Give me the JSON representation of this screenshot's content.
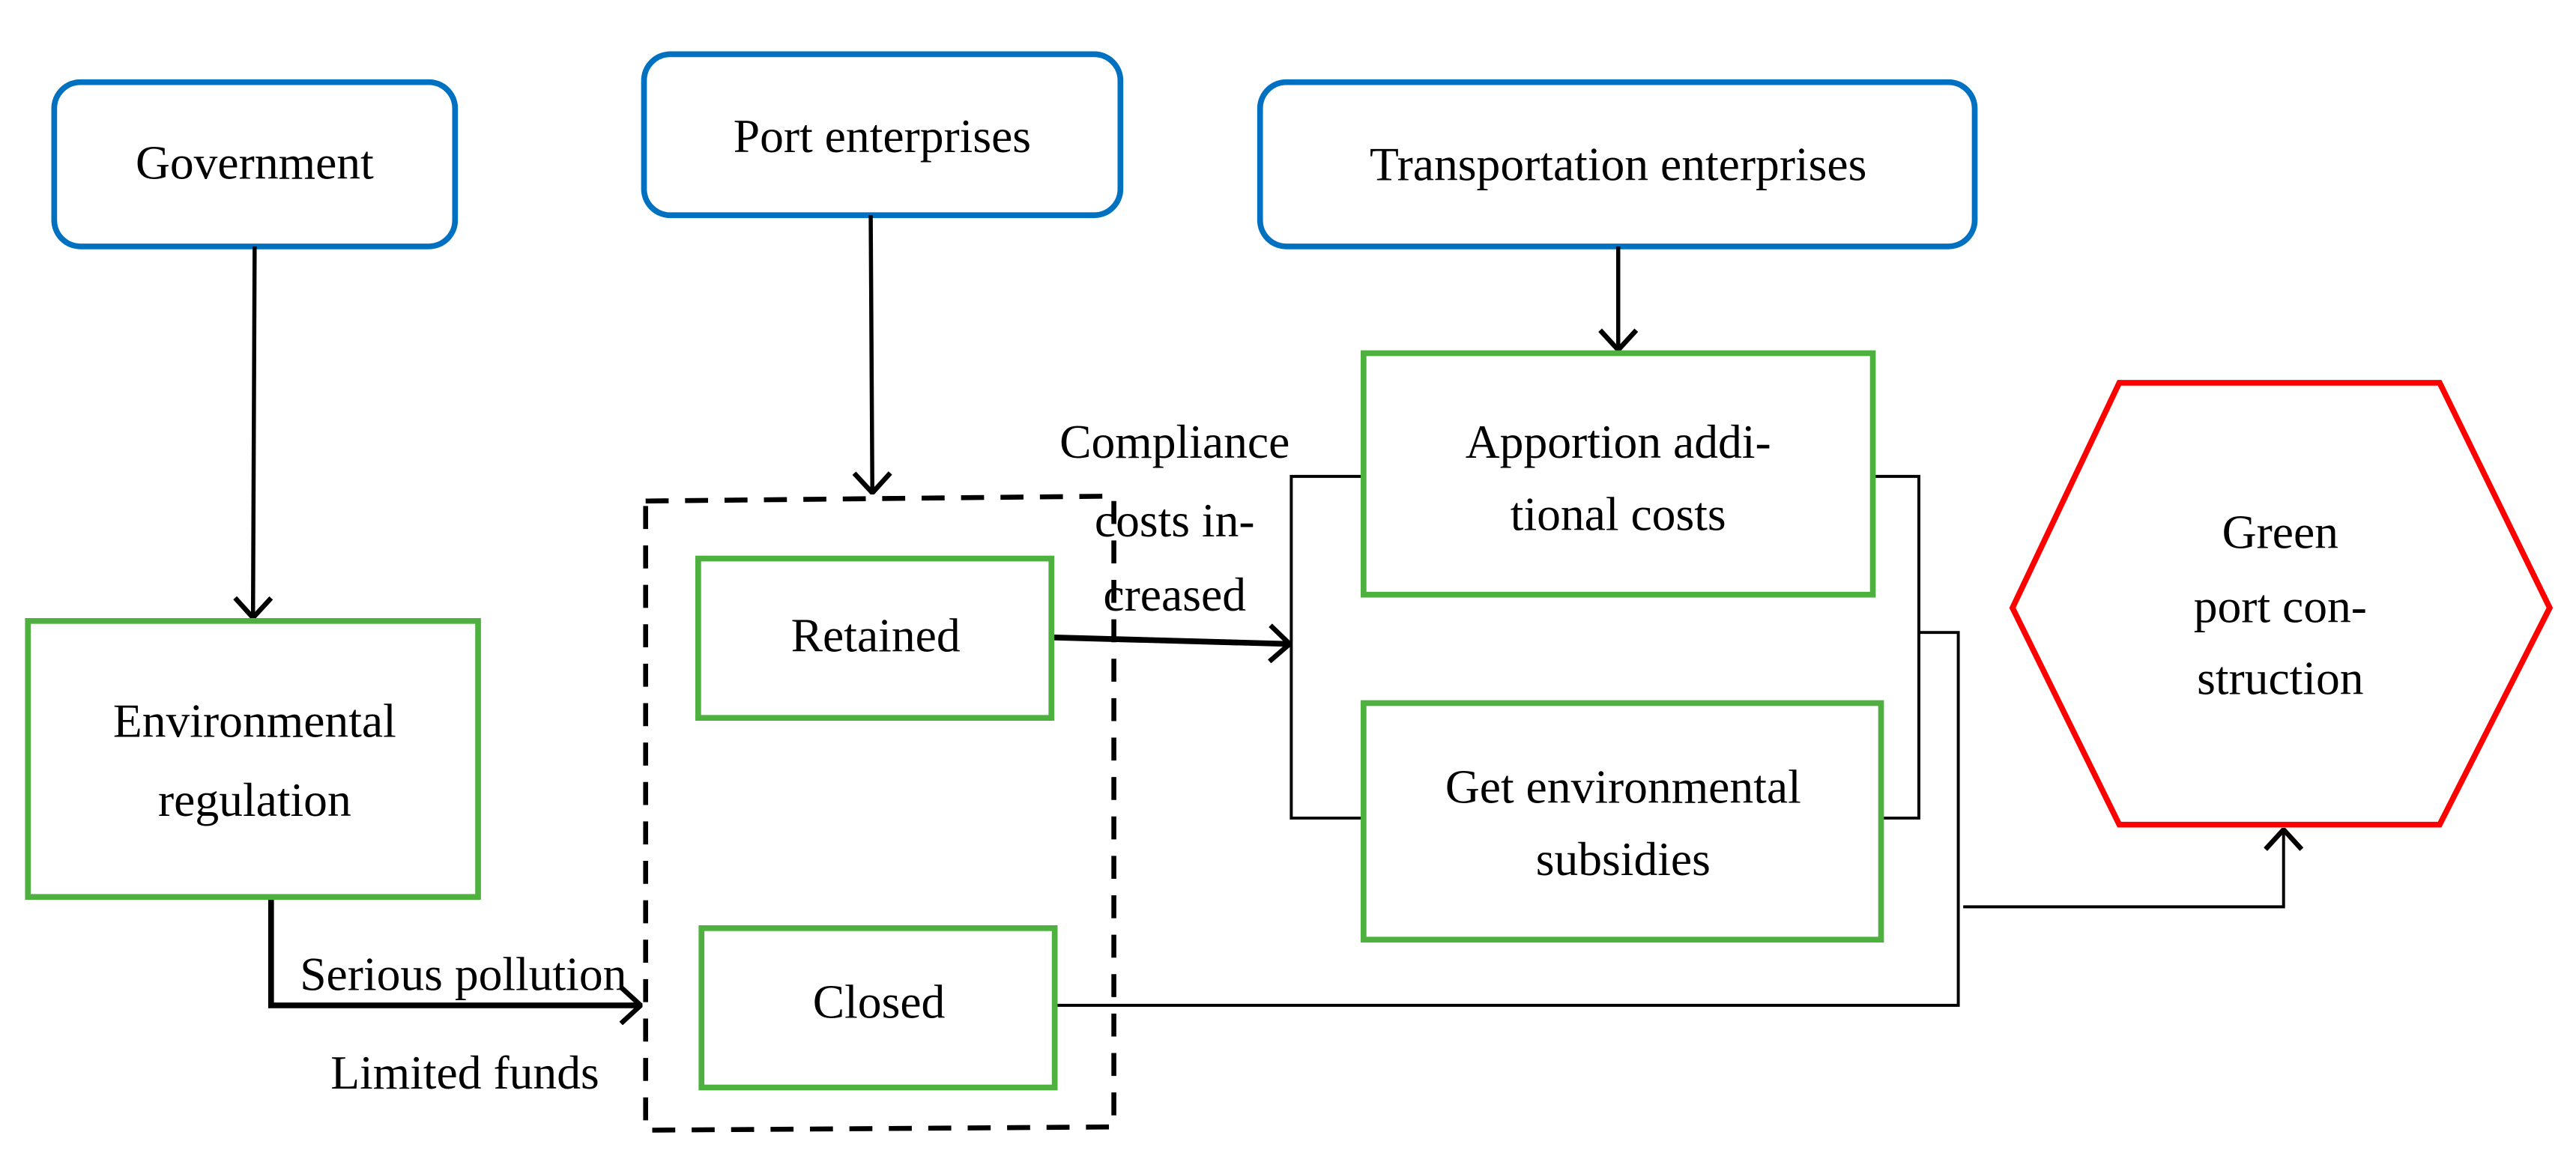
{
  "colors": {
    "actor_border": "#0070C0",
    "process_border": "#4DB03F",
    "goal_border": "#FF0000",
    "line": "#000000"
  },
  "actors": {
    "government": "Government",
    "port": "Port enterprises",
    "transport": "Transportation enterprises"
  },
  "nodes": {
    "regulation": [
      "Environmental",
      "regulation"
    ],
    "retained": "Retained",
    "closed": "Closed",
    "apportion": [
      "Apportion addi-",
      "tional costs"
    ],
    "subsidies": [
      "Get environmental",
      "subsidies"
    ],
    "goal": [
      "Green",
      "port con-",
      "struction"
    ]
  },
  "labels": {
    "compliance": [
      "Compliance",
      "costs in-",
      "creased"
    ],
    "serious_pollution": "Serious pollution",
    "limited_funds": "Limited funds"
  }
}
